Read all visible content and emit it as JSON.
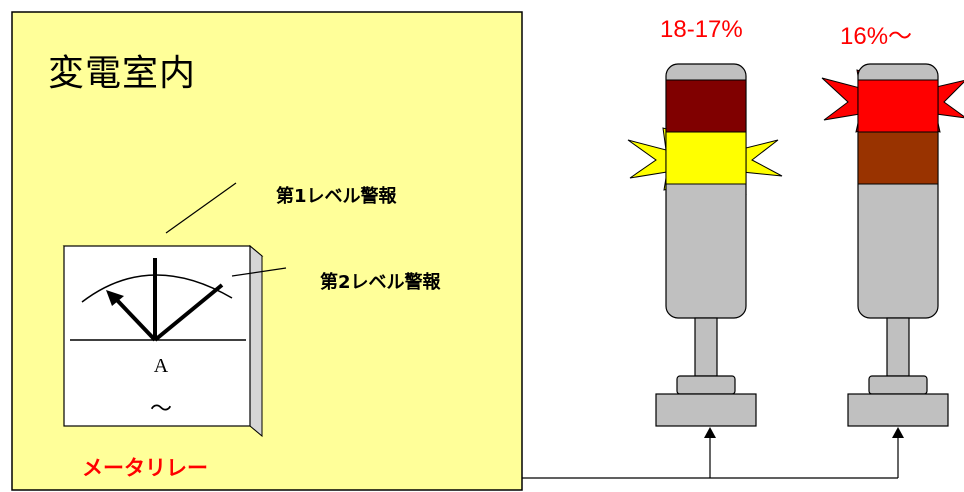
{
  "room": {
    "title": "変電室内",
    "fill": "#ffff99"
  },
  "meter": {
    "unit_symbol": "A",
    "ac_symbol": "～",
    "caption": "メータリレー",
    "face_color": "#ffffff",
    "bevel_color": "#e6e6e6"
  },
  "alarms": {
    "level1": "第1レベル警報",
    "level2": "第2レベル警報"
  },
  "towers": [
    {
      "label": "18-17%",
      "lit_color": "#ffff00",
      "top_color": "#800000",
      "body_color": "#c0c0c0"
    },
    {
      "label": "16%～",
      "lit_color": "#ff0000",
      "mid_color": "#993300",
      "body_color": "#c0c0c0"
    }
  ],
  "colors": {
    "caption_red": "#ff0000",
    "line": "#000000"
  }
}
